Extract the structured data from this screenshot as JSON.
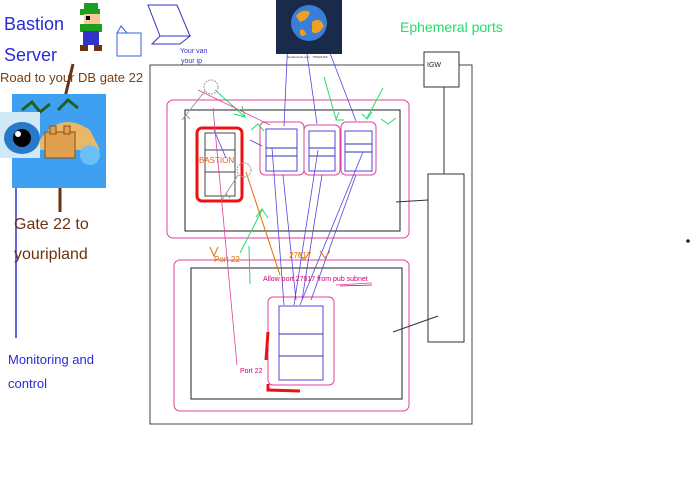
{
  "labels": {
    "title_line1": "Bastion",
    "title_line2": "Server",
    "road": "Road to your DB gate 22",
    "gate_line1": "Gate 22 to",
    "gate_line2": "youripland",
    "monitor_line1": "Monitoring and",
    "monitor_line2": "control",
    "van_line1": "Your van",
    "van_line2": "your ip",
    "ephemeral": "Ephemeral ports",
    "igw": "IGW",
    "bastion": "BASTION",
    "port22_top": "Port 22",
    "port27017": "27017",
    "allow": "Allow port 27017  from pub subnet",
    "port22_bottom": "Port 22",
    "globe_credit": "shutterstock.com · 754524409"
  },
  "colors": {
    "vpc_border": "#444444",
    "subnet_pink": "#e0409a",
    "ephemeral_green": "#22dd66",
    "arrow_blue": "#5544dd",
    "bastion_red": "#ee1111",
    "orange": "#e07000",
    "title_blue": "#2a2ad8",
    "brown": "#6b3210"
  },
  "icons": [
    "mario-luigi-icon",
    "folder-icon",
    "laptop-icon",
    "globe-icon",
    "eye-icon",
    "castle-icon",
    "key-icon"
  ]
}
